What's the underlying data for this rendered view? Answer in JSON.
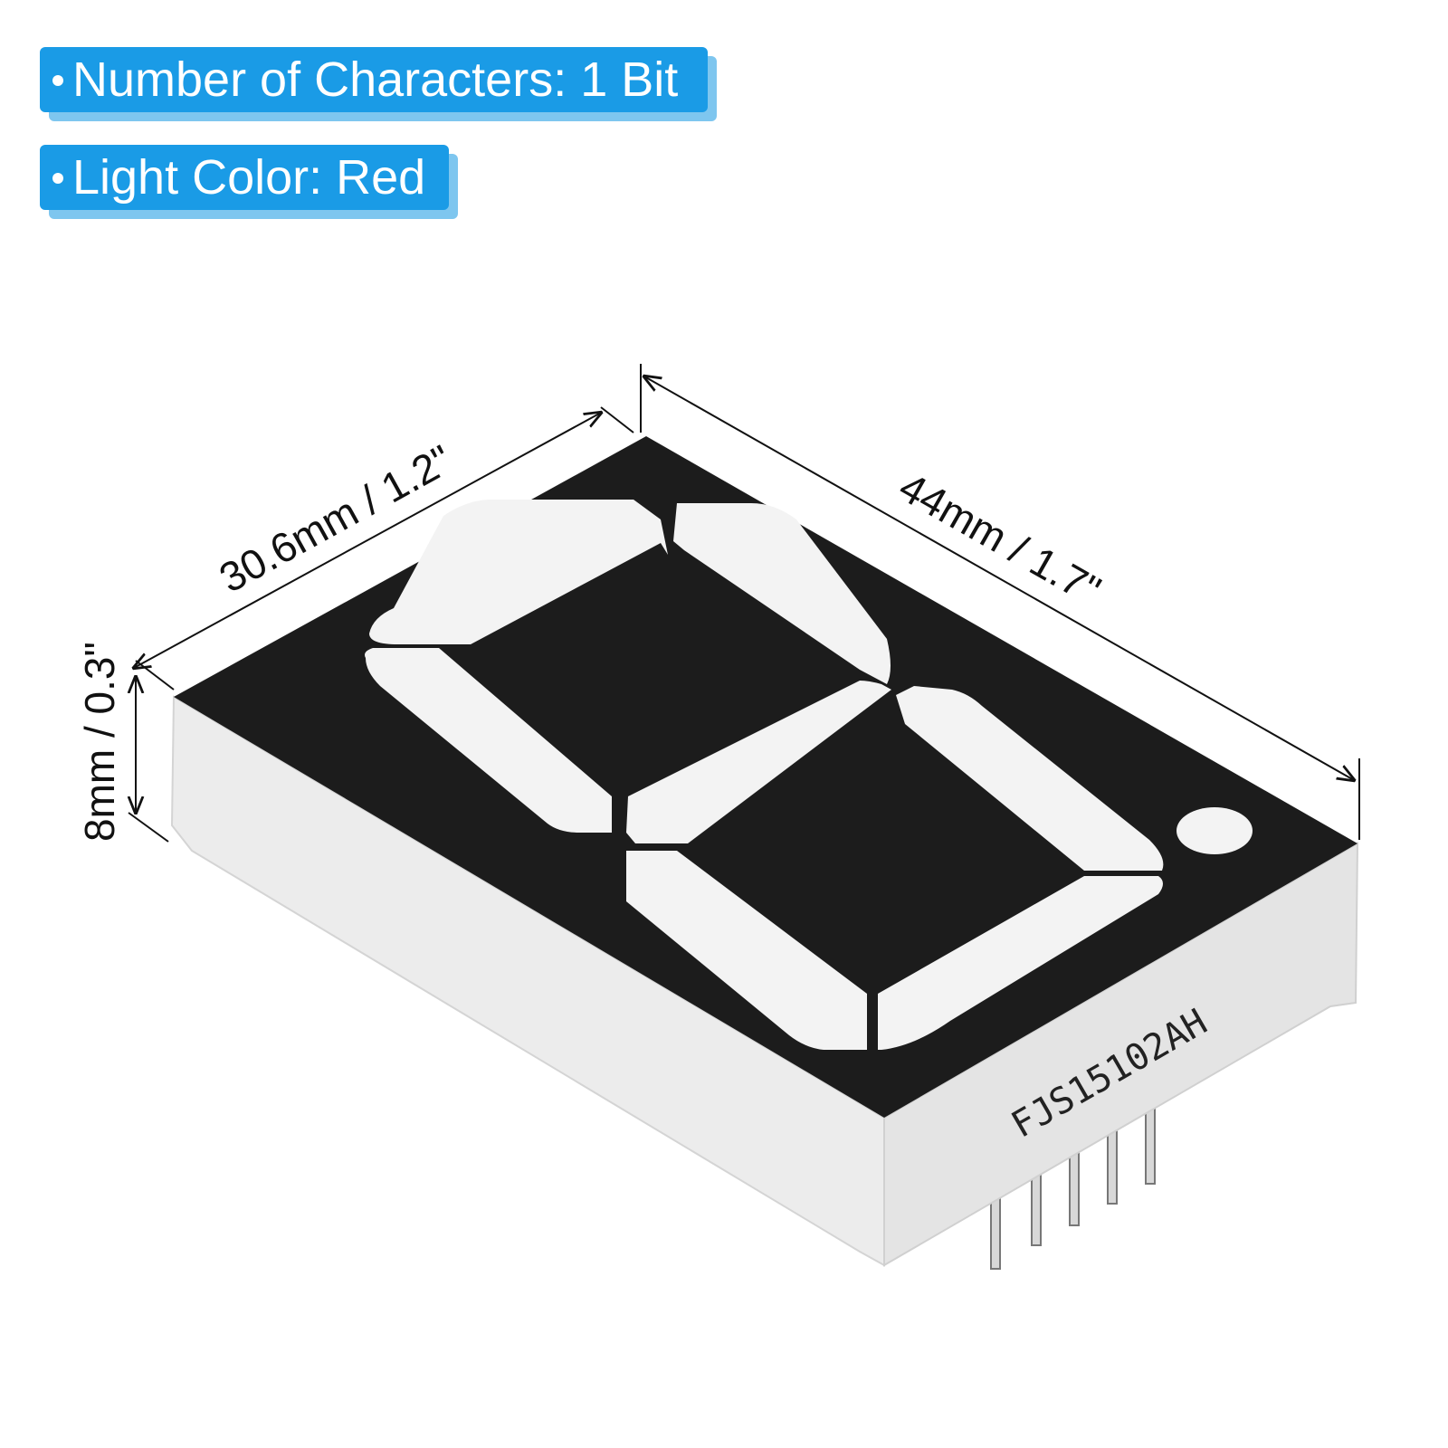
{
  "spec_tags": {
    "characters": "Number of Characters: 1 Bit",
    "light_color": "Light Color: Red"
  },
  "dimensions": {
    "width": "30.6mm / 1.2\"",
    "length": "44mm / 1.7\"",
    "height": "8mm / 0.3\""
  },
  "part_number": "FJS15102AH",
  "colors": {
    "tag_background": "#1a9be6",
    "tag_shadow": "#7ec6ef",
    "display_face": "#1c1c1c",
    "segment": "#f3f3f3",
    "body": "#ececec"
  }
}
